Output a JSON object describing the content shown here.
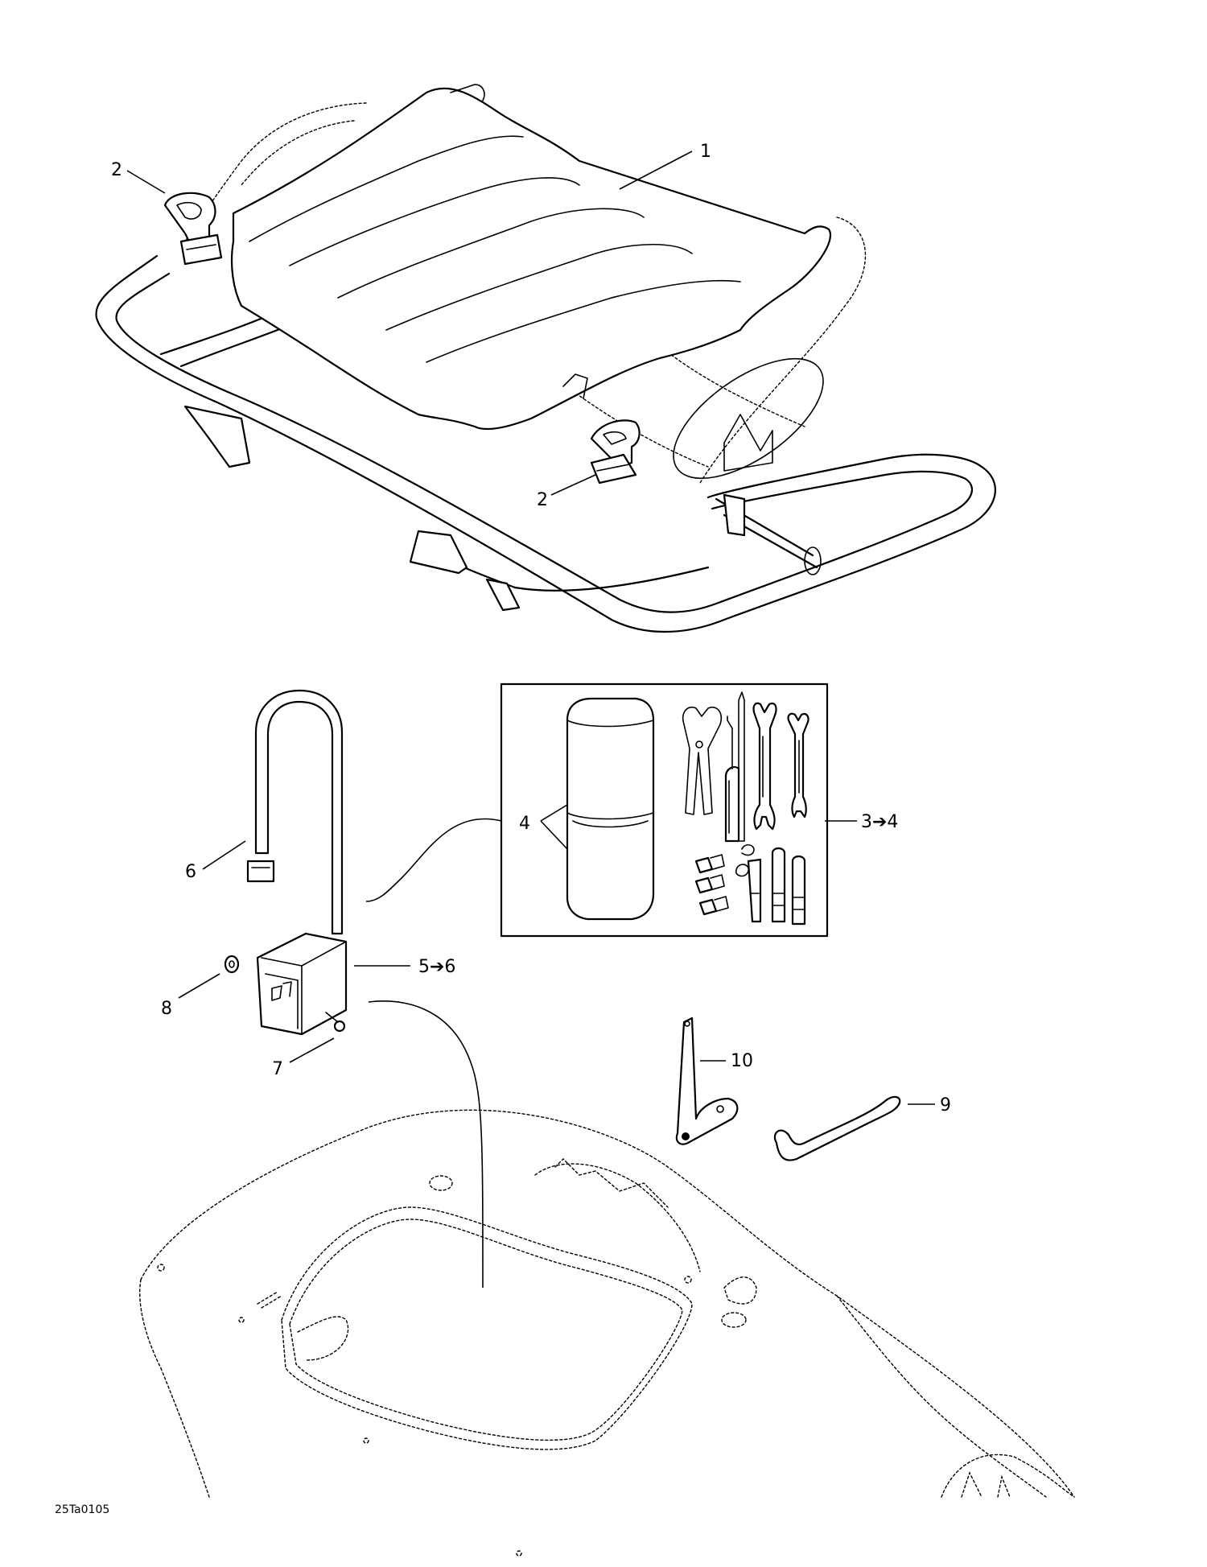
{
  "callouts": {
    "c1": "1",
    "c2a": "2",
    "c2b": "2",
    "c3_4": "3➔4",
    "c4": "4",
    "c5_6": "5➔6",
    "c6": "6",
    "c7": "7",
    "c8": "8",
    "c9": "9",
    "c10": "10"
  },
  "drawing_code": "25Ta0105"
}
